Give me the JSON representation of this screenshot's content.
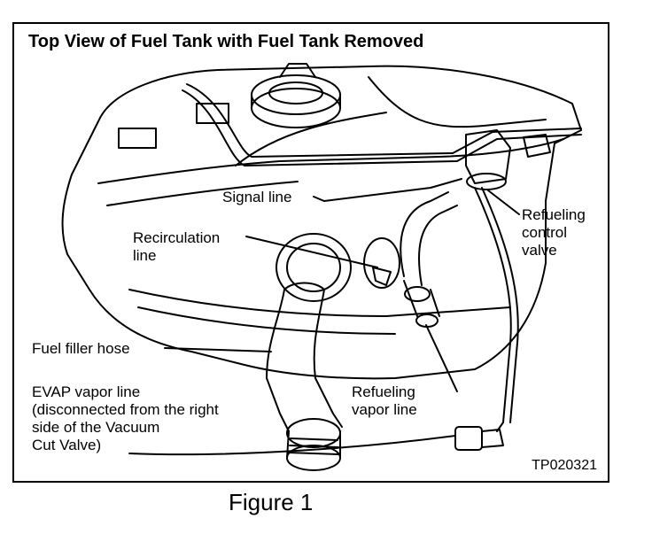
{
  "title": "Top View of Fuel Tank with Fuel Tank Removed",
  "figure_caption": "Figure 1",
  "image_code": "TP020321",
  "labels": {
    "signal_line": "Signal line",
    "recirculation_line": "Recirculation\nline",
    "refueling_control_valve": "Refueling\ncontrol\nvalve",
    "fuel_filler_hose": "Fuel filler hose",
    "refueling_vapor_line": "Refueling\nvapor line",
    "evap_vapor_line": "EVAP vapor line\n(disconnected from the right\nside of the Vacuum\nCut Valve)"
  }
}
